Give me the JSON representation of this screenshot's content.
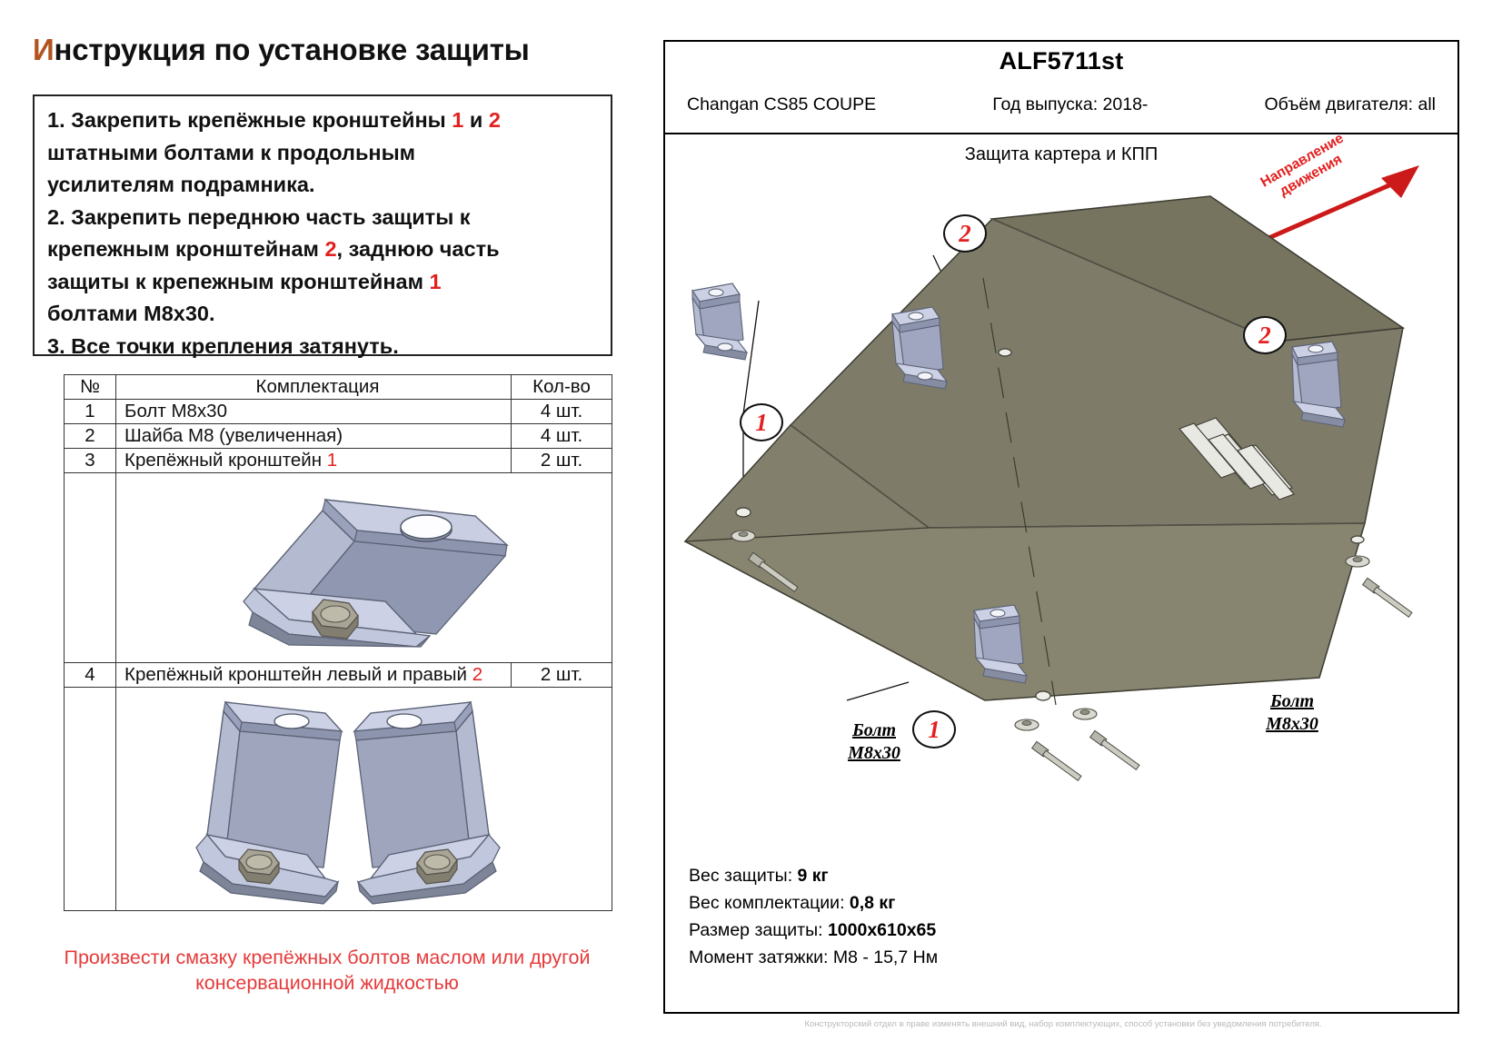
{
  "left": {
    "title_first_letter": "И",
    "title_rest": "нструкция по установке защиты",
    "instructions": [
      "1. Закрепить крепёжные кронштейны 1 и 2 штатными болтами к продольным усилителям подрамника.",
      "2. Закрепить переднюю часть защиты к крепежным кронштейнам 2, заднюю часть защиты к крепежным кронштейнам 1 болтами M8x30.",
      "3. Все точки крепления затянуть."
    ],
    "instr_lines": {
      "l1a": "1. Закрепить крепёжные кронштейны ",
      "l1n1": "1",
      "l1b": " и ",
      "l1n2": "2",
      "l2": "штатными болтами к продольным",
      "l3": "усилителям подрамника.",
      "l4": "2. Закрепить переднюю часть защиты к",
      "l5a": "крепежным кронштейнам ",
      "l5n": "2",
      "l5b": ", заднюю часть",
      "l6a": "защиты к крепежным кронштейнам ",
      "l6n": "1",
      "l7": "болтами M8x30.",
      "l8": "3. Все точки крепления затянуть."
    },
    "table": {
      "headers": [
        "№",
        "Комплектация",
        "Кол-во"
      ],
      "rows": [
        {
          "no": "1",
          "name": "Болт M8x30",
          "qty": "4 шт."
        },
        {
          "no": "2",
          "name": "Шайба M8 (увеличенная)",
          "qty": "4 шт."
        },
        {
          "no": "3",
          "name": "Крепёжный кронштейн ",
          "name_accent": "1",
          "qty": "2 шт."
        },
        {
          "no": "4",
          "name": "Крепёжный кронштейн левый и правый ",
          "name_accent": "2",
          "qty": "2 шт."
        }
      ]
    },
    "note_line1": "Произвести смазку крепёжных болтов маслом или другой",
    "note_line2": "консервационной жидкостью"
  },
  "right": {
    "code": "ALF5711st",
    "vehicle": "Changan CS85 COUPE",
    "year": "Год выпуска: 2018-",
    "engine": "Объём двигателя: all",
    "subtitle": "Защита картера и КПП",
    "direction_label_line1": "Направление",
    "direction_label_line2": "движения",
    "callouts": [
      {
        "id": "c2-top",
        "value": "2"
      },
      {
        "id": "c2-right",
        "value": "2"
      },
      {
        "id": "c1-left",
        "value": "1"
      },
      {
        "id": "c1-bottom",
        "value": "1"
      }
    ],
    "bolt_label_left_l1": "Болт",
    "bolt_label_left_l2": "M8x30",
    "bolt_label_right_l1": "Болт",
    "bolt_label_right_l2": "M8x30",
    "specs": {
      "weight_label": "Вес защиты: ",
      "weight_value": "9 кг",
      "kit_label": "Вес комплектации: ",
      "kit_value": "0,8 кг",
      "size_label": "Размер защиты: ",
      "size_value": "1000x610x65",
      "torque_label": "Момент затяжки:  ",
      "torque_value": "M8 - 15,7 Нм"
    }
  },
  "disclaimer": "Конструкторский отдел в праве изменять внешний вид, набор комплектующих, способ установки без уведомления потребителя.",
  "colors": {
    "accent_red": "#e32020",
    "plate": "#7a7868",
    "bracket": "#b9bed6",
    "note_red": "#e63a3a"
  }
}
